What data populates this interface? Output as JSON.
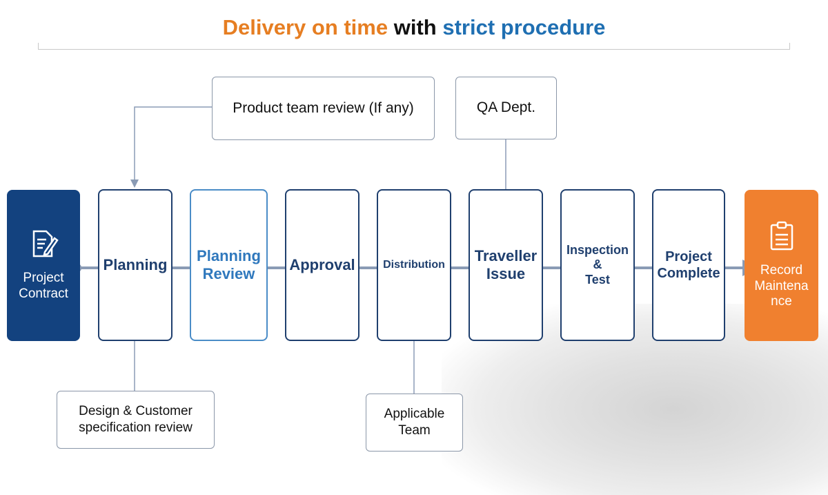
{
  "title": {
    "part1": "Delivery on time",
    "part2": "with",
    "part3": "strict procedure"
  },
  "stages": [
    {
      "label": "Project\nContract",
      "icon": "document-pen-icon"
    },
    {
      "label": "Planning"
    },
    {
      "label": "Planning\nReview"
    },
    {
      "label": "Approval"
    },
    {
      "label": "Distribution"
    },
    {
      "label": "Traveller\nIssue"
    },
    {
      "label": "Inspection\n&\nTest"
    },
    {
      "label": "Project\nComplete"
    },
    {
      "label": "Record\nMaintena\nnce",
      "icon": "clipboard-icon"
    }
  ],
  "notes": {
    "product_review": "Product team review (If any)",
    "qa_dept": "QA Dept.",
    "design_review": "Design & Customer\nspecification review",
    "applicable_team": "Applicable\nTeam"
  },
  "colors": {
    "title_orange": "#e67e22",
    "title_blue": "#1f6fb2",
    "stage_dark_blue": "#13427f",
    "stage_border": "#1f3f6e",
    "stage_light_border": "#4a8cc7",
    "stage_orange": "#f0802f",
    "connector": "#8a9bb5"
  }
}
